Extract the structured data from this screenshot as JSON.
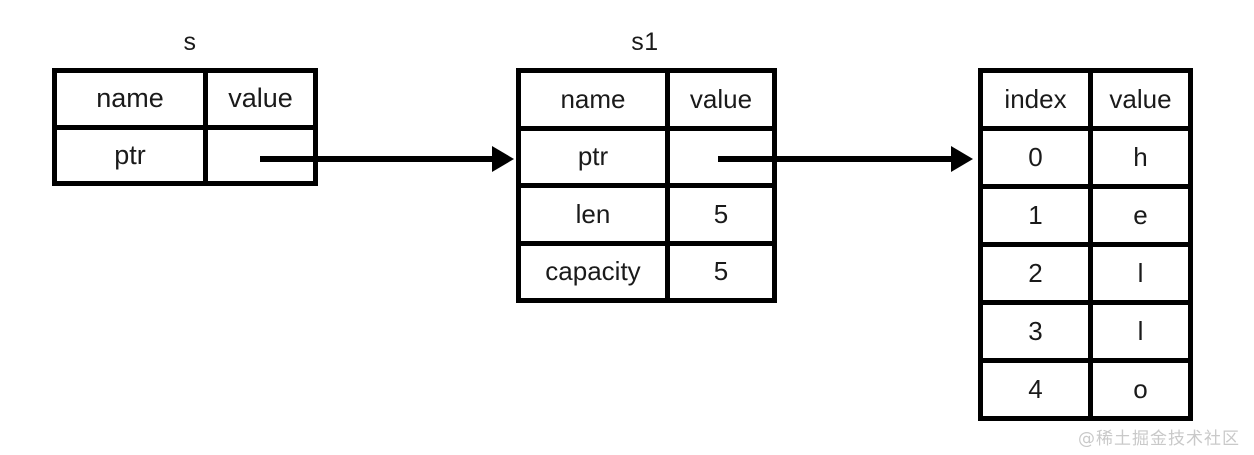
{
  "diagram": {
    "title_s": "s",
    "title_s1": "s1",
    "watermark": "@稀土掘金技术社区",
    "colors": {
      "stroke": "#000000",
      "text": "#1a1a1a",
      "background": "#ffffff",
      "watermark": "#c9c9c9"
    }
  },
  "table_s": {
    "label": "s",
    "headers": [
      "name",
      "value"
    ],
    "rows": [
      {
        "name": "ptr",
        "value": ""
      }
    ]
  },
  "table_s1": {
    "label": "s1",
    "headers": [
      "name",
      "value"
    ],
    "rows": [
      {
        "name": "ptr",
        "value": ""
      },
      {
        "name": "len",
        "value": "5"
      },
      {
        "name": "capacity",
        "value": "5"
      }
    ]
  },
  "table_heap": {
    "headers": [
      "index",
      "value"
    ],
    "rows": [
      {
        "index": "0",
        "value": "h"
      },
      {
        "index": "1",
        "value": "e"
      },
      {
        "index": "2",
        "value": "l"
      },
      {
        "index": "3",
        "value": "l"
      },
      {
        "index": "4",
        "value": "o"
      }
    ]
  },
  "arrows": [
    {
      "name": "s-ptr-to-s1",
      "from": "table-s.ptr.value",
      "to": "table-s1"
    },
    {
      "name": "s1-ptr-to-heap",
      "from": "table-s1.ptr.value",
      "to": "table-heap"
    }
  ]
}
